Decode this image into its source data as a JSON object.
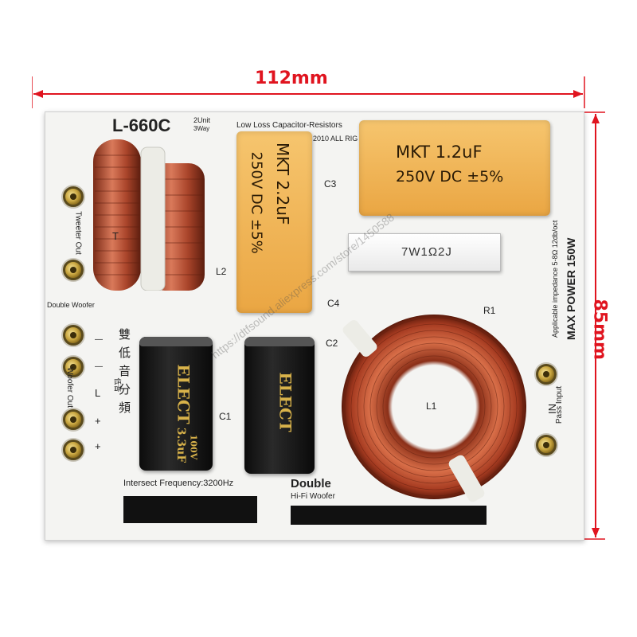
{
  "dimensions": {
    "width_label": "112mm",
    "height_label": "85mm",
    "color": "#e0141f"
  },
  "board": {
    "model": "L-660C",
    "units": "2Unit",
    "way": "3Way",
    "header_note": "Low Loss Capacitor-Resistors",
    "year_note": "2010  ALL RIG",
    "impedance": "Applicable impedance 5-8Ω  12db/oct",
    "max_power": "MAX POWER 150W",
    "intersect_frequency": "Intersect Frequency:3200Hz",
    "double_label": "Double",
    "hifi_woofer": "Hi-Fi Woofer",
    "double_woofer_label": "Double Woofer",
    "chinese_title": [
      "雙",
      "低",
      "音",
      "分",
      "頻"
    ],
    "low_freq_small": "低音",
    "watermark": "https://dtfsound.aliexpress.com/store/1450588"
  },
  "terminals": {
    "tweeter_out": "Tweeter Out",
    "tweeter_t": "T",
    "woofer_out": "Woofer Out",
    "woofer_l": "L",
    "minus": "—",
    "plus": "+",
    "pass_input": "Pass Input",
    "in_label": "IN"
  },
  "components": {
    "c3": {
      "ref": "C3",
      "type": "MKT 1.2uF",
      "rating": "250V DC ±5%"
    },
    "c4": {
      "ref": "C4",
      "type": "MKT  2.2uF",
      "rating": "250V DC ±5%"
    },
    "r1": {
      "ref": "R1",
      "value": "7W1Ω2J"
    },
    "l1": {
      "ref": "L1"
    },
    "l2": {
      "ref": "L2"
    },
    "c1": {
      "ref": "C1",
      "brand": "ELECT",
      "value": "3.3uF",
      "volt": "100V"
    },
    "c2": {
      "ref": "C2",
      "brand": "ELECT"
    }
  }
}
